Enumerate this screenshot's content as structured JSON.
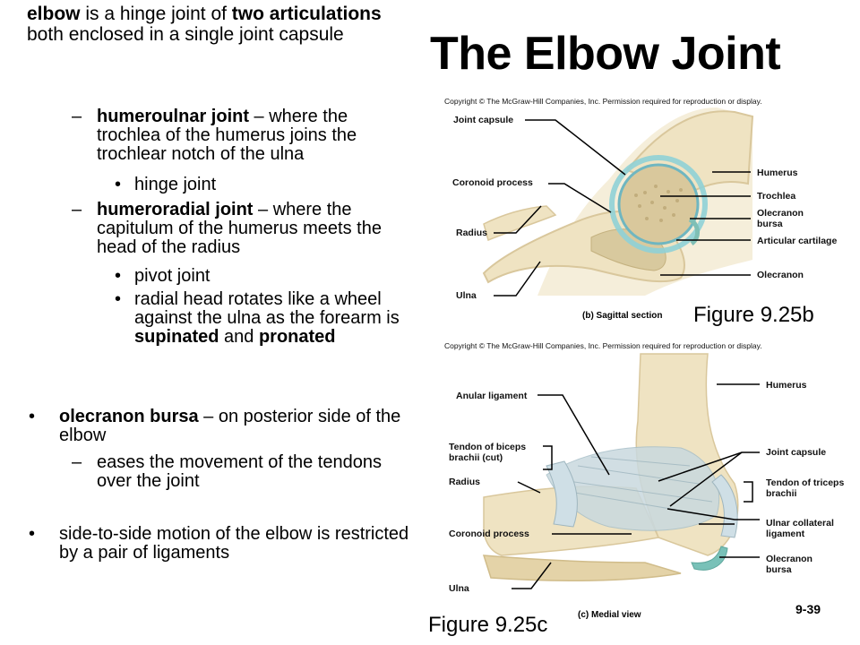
{
  "slide": {
    "title": "The Elbow Joint",
    "page_number": "9-39"
  },
  "intro": {
    "part1_bold": "elbow",
    "part2": " is a hinge joint of ",
    "part3_bold": "two articulations",
    "part4": " both enclosed in a single joint capsule"
  },
  "humeroulnar": {
    "term": "humeroulnar joint",
    "desc": " – where the trochlea of the humerus joins the trochlear notch of the ulna",
    "sub1": "hinge joint"
  },
  "humeroradial": {
    "term": "humeroradial joint",
    "desc": " – where the capitulum of the humerus meets the head of the radius",
    "sub1": "pivot joint",
    "sub2_a": "radial head rotates like a wheel against the ulna as the forearm   is ",
    "sub2_b": "supinated",
    "sub2_c": " and ",
    "sub2_d": "pronated"
  },
  "bursa": {
    "term": "olecranon bursa",
    "desc": " – on posterior side of the elbow",
    "sub1": "eases the movement of the tendons over the joint"
  },
  "ligaments": {
    "text": "side-to-side motion of the elbow is restricted by a pair of ligaments"
  },
  "figure_b": {
    "copyright": "Copyright © The McGraw-Hill Companies, Inc. Permission required for reproduction or display.",
    "label": "Figure 9.25b",
    "caption": "(b) Sagittal section",
    "labels_left": [
      "Joint capsule",
      "Coronoid process",
      "Radius",
      "Ulna"
    ],
    "labels_right": [
      "Humerus",
      "Trochlea",
      "Olecranon bursa",
      "Articular cartilage",
      "Olecranon"
    ]
  },
  "figure_c": {
    "copyright": "Copyright © The McGraw-Hill Companies, Inc. Permission required for reproduction or display.",
    "label": "Figure 9.25c",
    "caption": "(c) Medial view",
    "labels_left": [
      "Anular ligament",
      "Tendon of biceps brachii (cut)",
      "Radius",
      "Coronoid process",
      "Ulna"
    ],
    "labels_right": [
      "Humerus",
      "Joint capsule",
      "Tendon of triceps brachii",
      "Ulnar collateral ligament",
      "Olecranon bursa"
    ]
  },
  "colors": {
    "bone": "#efe3c2",
    "bone_shadow": "#d9c79c",
    "cancellous": "#cdbd92",
    "cartilage": "#7fc6cf",
    "ligament": "#c9d9df",
    "bursa": "#79c1b8",
    "background_tissue": "#f3ead1"
  }
}
